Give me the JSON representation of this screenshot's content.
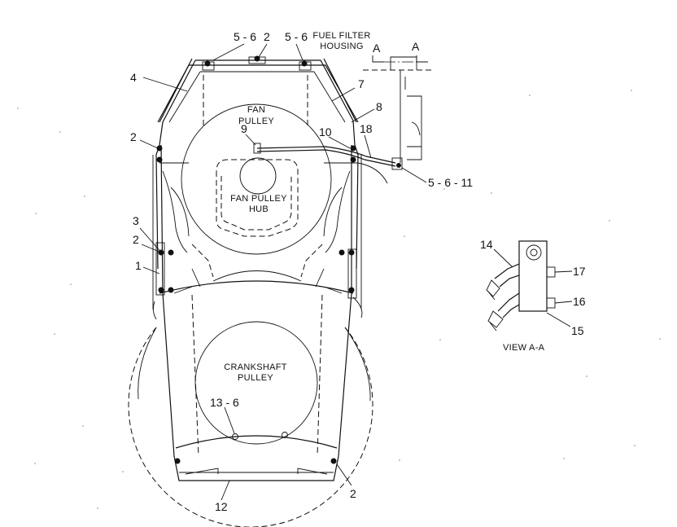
{
  "labels": {
    "fan_pulley_1": "FAN",
    "fan_pulley_2": "PULLEY",
    "hub_1": "FAN PULLEY",
    "hub_2": "HUB",
    "crank_1": "CRANKSHAFT",
    "crank_2": "PULLEY",
    "fuel_1": "FUEL FILTER",
    "fuel_2": "HOUSING",
    "view_title": "VIEW  A-A",
    "section_a_left": "A",
    "section_a_right": "A"
  },
  "callouts": {
    "c56_left": "5 - 6",
    "c2_top": "2",
    "c56_right": "5 - 6",
    "c4": "4",
    "c7": "7",
    "c8": "8",
    "c2_left_upper": "2",
    "c9": "9",
    "c10": "10",
    "c18": "18",
    "c5611": "5 - 6 - 11",
    "c3": "3",
    "c2_left_mid": "2",
    "c1": "1",
    "c14": "14",
    "c17": "17",
    "c16": "16",
    "c15": "15",
    "c136": "13 - 6",
    "c2_bottom": "2",
    "c12": "12"
  }
}
